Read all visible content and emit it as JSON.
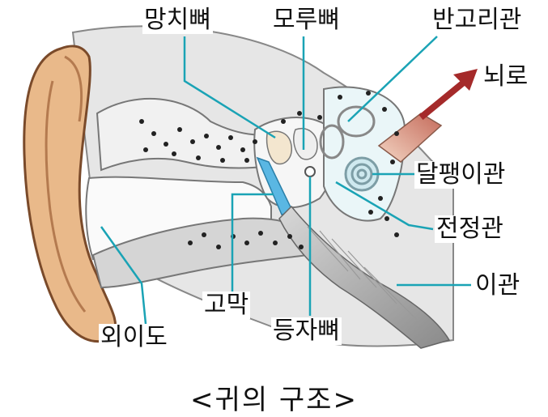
{
  "diagram": {
    "labels": {
      "malleus": "망치뼈",
      "incus": "모루뼈",
      "semicircular_canals": "반고리관",
      "to_brain": "뇌로",
      "cochlea": "달팽이관",
      "vestibule": "전정관",
      "eustachian_tube": "이관",
      "eardrum": "고막",
      "stapes": "등자뼈",
      "ear_canal": "외이도"
    },
    "caption": "<귀의  구조>"
  },
  "colors": {
    "skin": "#e9b98a",
    "bone": "#cfcfcf",
    "pointer": "#1aa3b5",
    "eardrum": "#5ab7e3",
    "nerve": "#a52a2a"
  }
}
